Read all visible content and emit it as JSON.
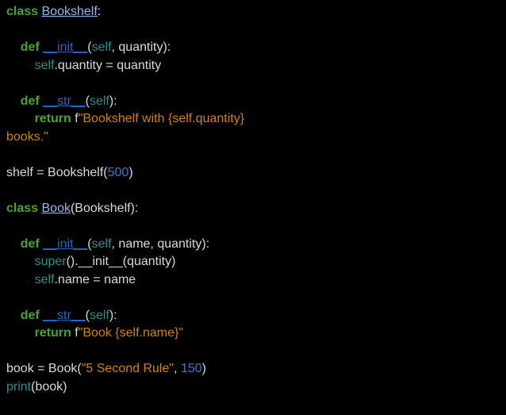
{
  "editor": {
    "background": "#000000",
    "language": "python",
    "token_colors": {
      "keyword": "#4da032",
      "class_name": "#94b8ea",
      "method_name": "#2864c8",
      "builtin": "#2d8c8c",
      "string": "#ce830e",
      "number": "#3c78c8",
      "plain": "#d9d9d9"
    },
    "lines": [
      [
        [
          "keyword",
          "class"
        ],
        [
          "plain",
          " "
        ],
        [
          "class_name",
          "Bookshelf"
        ],
        [
          "plain",
          ":"
        ]
      ],
      [],
      [
        [
          "plain",
          "    "
        ],
        [
          "keyword",
          "def"
        ],
        [
          "plain",
          " "
        ],
        [
          "method_name",
          "__init__"
        ],
        [
          "plain",
          "("
        ],
        [
          "builtin",
          "self"
        ],
        [
          "plain",
          ", quantity):"
        ]
      ],
      [
        [
          "plain",
          "        "
        ],
        [
          "builtin",
          "self"
        ],
        [
          "plain",
          ".quantity = quantity"
        ]
      ],
      [],
      [
        [
          "plain",
          "    "
        ],
        [
          "keyword",
          "def"
        ],
        [
          "plain",
          " "
        ],
        [
          "method_name",
          "__str__"
        ],
        [
          "plain",
          "("
        ],
        [
          "builtin",
          "self"
        ],
        [
          "plain",
          "):"
        ]
      ],
      [
        [
          "plain",
          "        "
        ],
        [
          "keyword",
          "return"
        ],
        [
          "plain",
          " f"
        ],
        [
          "string",
          "\"Bookshelf with {self.quantity}"
        ]
      ],
      [
        [
          "string",
          "books.\""
        ]
      ],
      [],
      [
        [
          "plain",
          "shelf = Bookshelf("
        ],
        [
          "number",
          "500"
        ],
        [
          "plain",
          ")"
        ]
      ],
      [],
      [
        [
          "keyword",
          "class"
        ],
        [
          "plain",
          " "
        ],
        [
          "class_name",
          "Book"
        ],
        [
          "plain",
          "(Bookshelf):"
        ]
      ],
      [],
      [
        [
          "plain",
          "    "
        ],
        [
          "keyword",
          "def"
        ],
        [
          "plain",
          " "
        ],
        [
          "method_name",
          "__init__"
        ],
        [
          "plain",
          "("
        ],
        [
          "builtin",
          "self"
        ],
        [
          "plain",
          ", name, quantity):"
        ]
      ],
      [
        [
          "plain",
          "        "
        ],
        [
          "builtin",
          "super"
        ],
        [
          "plain",
          "().__init__(quantity)"
        ]
      ],
      [
        [
          "plain",
          "        "
        ],
        [
          "builtin",
          "self"
        ],
        [
          "plain",
          ".name = name"
        ]
      ],
      [],
      [
        [
          "plain",
          "    "
        ],
        [
          "keyword",
          "def"
        ],
        [
          "plain",
          " "
        ],
        [
          "method_name",
          "__str__"
        ],
        [
          "plain",
          "("
        ],
        [
          "builtin",
          "self"
        ],
        [
          "plain",
          "):"
        ]
      ],
      [
        [
          "plain",
          "        "
        ],
        [
          "keyword",
          "return"
        ],
        [
          "plain",
          " f"
        ],
        [
          "string",
          "\"Book {self.name}\""
        ]
      ],
      [],
      [
        [
          "plain",
          "book = Book("
        ],
        [
          "string",
          "\"5 Second Rule\""
        ],
        [
          "plain",
          ", "
        ],
        [
          "number",
          "150"
        ],
        [
          "plain",
          ")"
        ]
      ],
      [
        [
          "builtin",
          "print"
        ],
        [
          "plain",
          "(book)"
        ]
      ]
    ]
  }
}
